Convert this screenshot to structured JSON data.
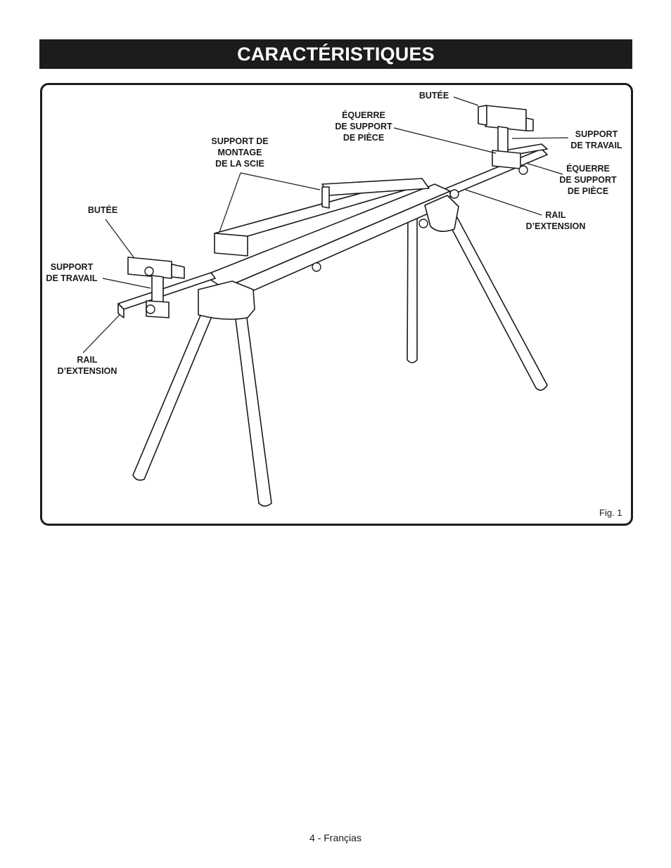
{
  "header": {
    "title": "CARACTÉRISTIQUES"
  },
  "figure": {
    "callouts": {
      "butee_top": "BUTÉE",
      "equerre_mid": "ÉQUERRE\nDE SUPPORT\nDE PIÈCE",
      "support_montage": "SUPPORT DE\nMONTAGE\nDE LA SCIE",
      "support_travail_right": "SUPPORT\nDE TRAVAIL",
      "equerre_right": "ÉQUERRE\nDE SUPPORT\nDE PIÈCE",
      "rail_extension_right": "RAIL\nD’EXTENSION",
      "butee_left": "BUTÉE",
      "support_travail_left": "SUPPORT\nDE TRAVAIL",
      "rail_extension_left": "RAIL\nD’EXTENSION"
    },
    "fig_label": "Fig. 1"
  },
  "footer": {
    "page": "4 - Françias"
  }
}
